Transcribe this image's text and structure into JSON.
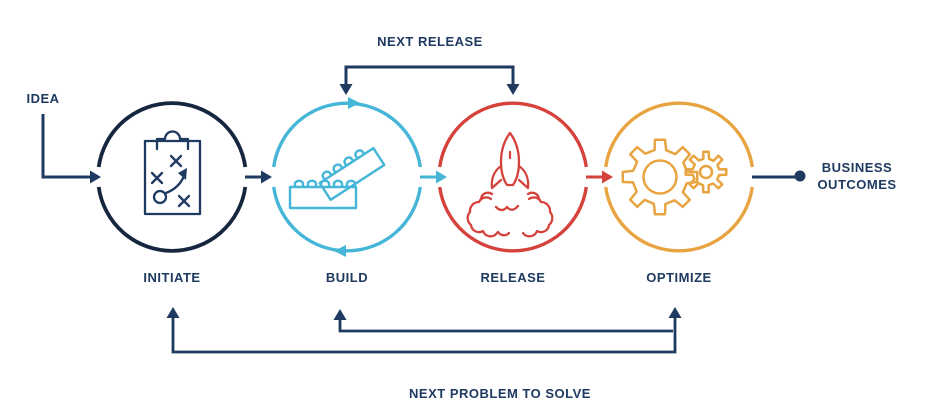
{
  "colors": {
    "navy": "#1E3A60",
    "navy_dark": "#16263E",
    "cyan": "#45B5D8",
    "red": "#D5423C",
    "orange": "#E8A441"
  },
  "labels": {
    "idea": "IDEA",
    "next_release": "NEXT RELEASE",
    "business_outcomes": "BUSINESS OUTCOMES",
    "next_problem_to_solve": "NEXT PROBLEM TO SOLVE"
  },
  "stages": [
    {
      "label": "INITIATE",
      "color": "#16263E",
      "icon": "clipboard-strategy-icon"
    },
    {
      "label": "BUILD",
      "color": "#45B5D8",
      "icon": "lego-bricks-icon"
    },
    {
      "label": "RELEASE",
      "color": "#D5423C",
      "icon": "rocket-launch-icon"
    },
    {
      "label": "OPTIMIZE",
      "color": "#E8A441",
      "icon": "gears-icon"
    }
  ]
}
